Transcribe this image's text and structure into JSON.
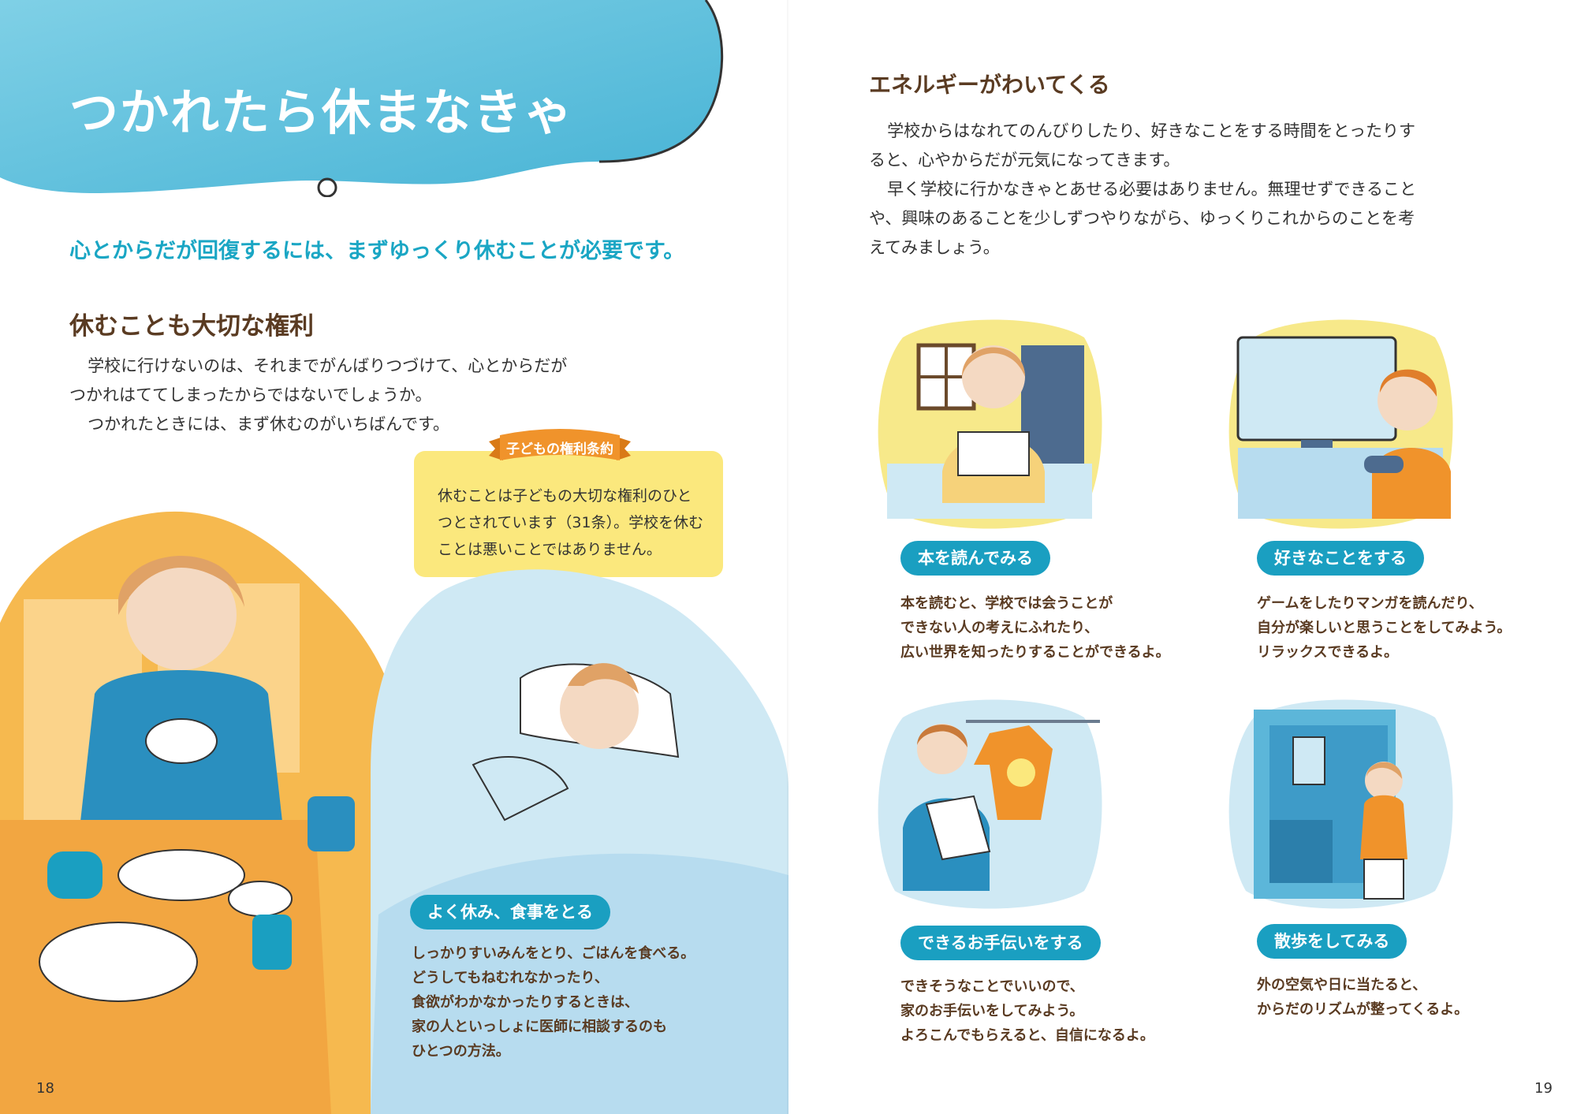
{
  "left_page": {
    "title": "つかれたら休まなきゃ",
    "lead": "心とからだが回復するには、まずゆっくり休むことが必要です。",
    "section_heading": "休むことも大切な権利",
    "paragraphs": [
      "学校に行けないのは、それまでがんばりつづけて、心とからだが",
      "つかれはててしまったからではないでしょうか。",
      "つかれたときには、まず休むのがいちばんです。"
    ],
    "rights_box": {
      "label": "子どもの権利条約",
      "text": "休むことは子どもの大切な権利のひとつとされています（31条）。学校を休むことは悪いことではありません。"
    },
    "rest_card": {
      "label": "よく休み、食事をとる",
      "lines": [
        "しっかりすいみんをとり、ごはんを食べる。",
        "どうしてもねむれなかったり、",
        "食欲がわかなかったりするときは、",
        "家の人といっしょに医師に相談するのも",
        "ひとつの方法。"
      ]
    },
    "page_number": "18"
  },
  "right_page": {
    "section_heading": "エネルギーがわいてくる",
    "paragraphs": [
      "学校からはなれてのんびりしたり、好きなことをする時間をとったりすると、心やからだが元気になってきます。",
      "早く学校に行かなきゃとあせる必要はありません。無理せずできることや、興味のあることを少しずつやりながら、ゆっくりこれからのことを考えてみましょう。"
    ],
    "cards": [
      {
        "label": "本を読んでみる",
        "lines": [
          "本を読むと、学校では会うことが",
          "できない人の考えにふれたり、",
          "広い世界を知ったりすることができるよ。"
        ]
      },
      {
        "label": "好きなことをする",
        "lines": [
          "ゲームをしたりマンガを読んだり、",
          "自分が楽しいと思うことをしてみよう。",
          "リラックスできるよ。"
        ]
      },
      {
        "label": "できるお手伝いをする",
        "lines": [
          "できそうなことでいいので、",
          "家のお手伝いをしてみよう。",
          "よろこんでもらえると、自信になるよ。"
        ]
      },
      {
        "label": "散歩をしてみる",
        "lines": [
          "外の空気や日に当たると、",
          "からだのリズムが整ってくるよ。"
        ]
      }
    ],
    "page_number": "19"
  },
  "colors": {
    "accent_blue": "#1a9fc1",
    "cloud_blue": "#5cc0dc",
    "heading_brown": "#5a3b22",
    "note_yellow": "#fbe87d",
    "ribbon_orange": "#f0932b",
    "illus_orange": "#f6b94f",
    "illus_lightblue": "#cfe9f4"
  },
  "icons": [
    "book-reading-scene",
    "video-game-scene",
    "laundry-scene",
    "walk-scene",
    "meal-scene",
    "sleeping-scene"
  ]
}
